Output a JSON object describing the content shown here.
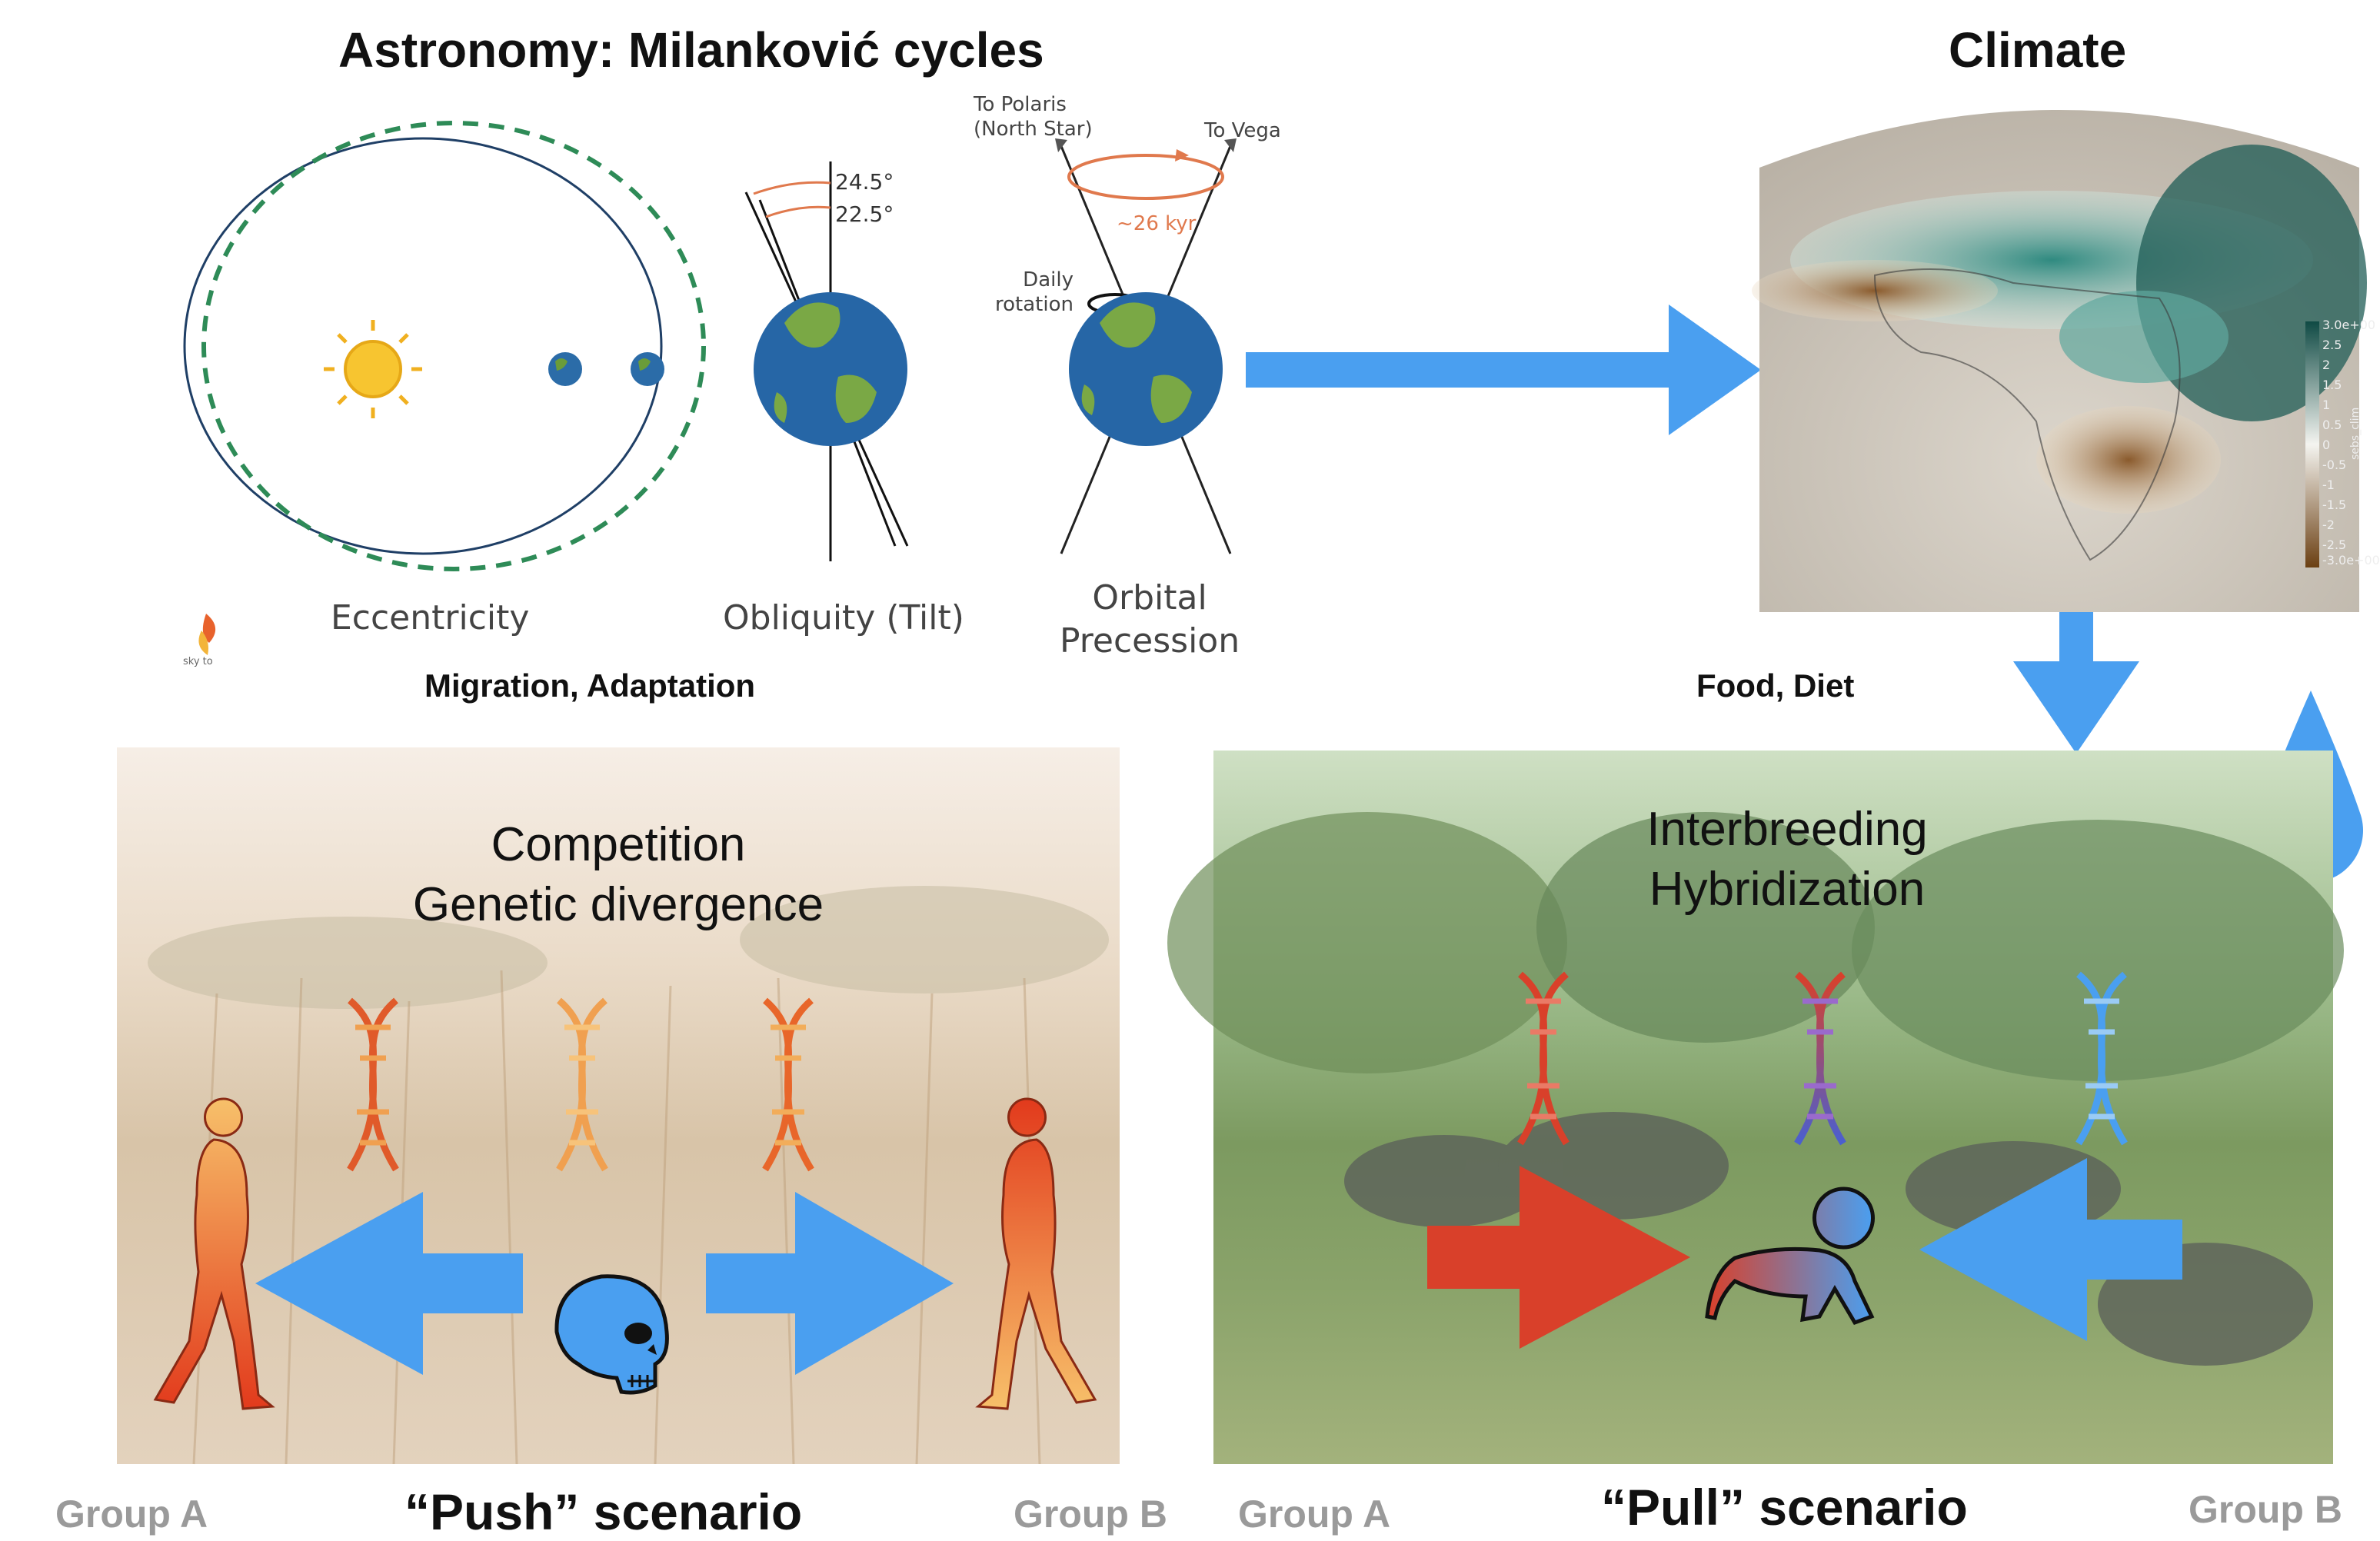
{
  "astronomy": {
    "title": "Astronomy: Milanković cycles",
    "eccentricity_label": "Eccentricity",
    "obliquity_label": "Obliquity (Tilt)",
    "precession_label_line1": "Orbital",
    "precession_label_line2": "Precession",
    "angle_high": "24.5°",
    "angle_low": "22.5°",
    "polaris_line1": "To Polaris",
    "polaris_line2": "(North Star)",
    "vega": "To Vega",
    "period": "~26 kyr",
    "daily_line1": "Daily",
    "daily_line2": "rotation",
    "logo_text": "sky to"
  },
  "climate": {
    "title": "Climate",
    "legend_ticks": [
      "3.0e+00",
      "2.5",
      "2",
      "1.5",
      "1",
      "0.5",
      "0",
      "-0.5",
      "-1",
      "-1.5",
      "-2",
      "-2.5",
      "-3.0e+00"
    ],
    "legend_label": "sebs_clim"
  },
  "links": {
    "migration": "Migration, Adaptation",
    "food": "Food, Diet"
  },
  "push": {
    "line1": "Competition",
    "line2": "Genetic divergence",
    "group_a": "Group A",
    "group_b": "Group B",
    "scenario": "“Push” scenario"
  },
  "pull": {
    "line1": "Interbreeding",
    "line2": "Hybridization",
    "group_a": "Group A",
    "group_b": "Group B",
    "scenario": "“Pull” scenario"
  },
  "colors": {
    "arrow_blue": "#4a9ff0",
    "arrow_red": "#d9402a",
    "orbit_green": "#2e8b57",
    "precession_orange": "#e0794d"
  }
}
